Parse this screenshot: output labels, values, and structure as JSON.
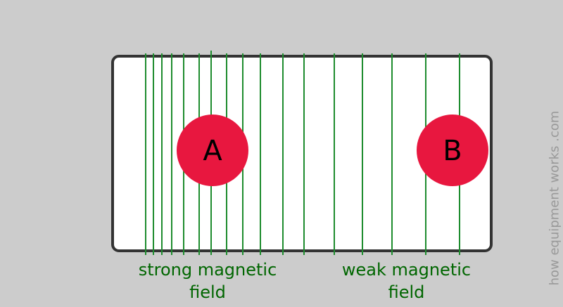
{
  "diagram": {
    "field_line_color": "#1e8c2e",
    "circle_color": "#e8173f",
    "box_border_color": "#333333",
    "box_fill": "#ffffff",
    "background": "#cccccc",
    "circles": [
      {
        "label": "A"
      },
      {
        "label": "B"
      }
    ]
  },
  "captions": {
    "strong_line1": "strong magnetic",
    "strong_line2": "field",
    "weak_line1": "weak magnetic",
    "weak_line2": "field"
  },
  "watermark": "how equipment works .com"
}
